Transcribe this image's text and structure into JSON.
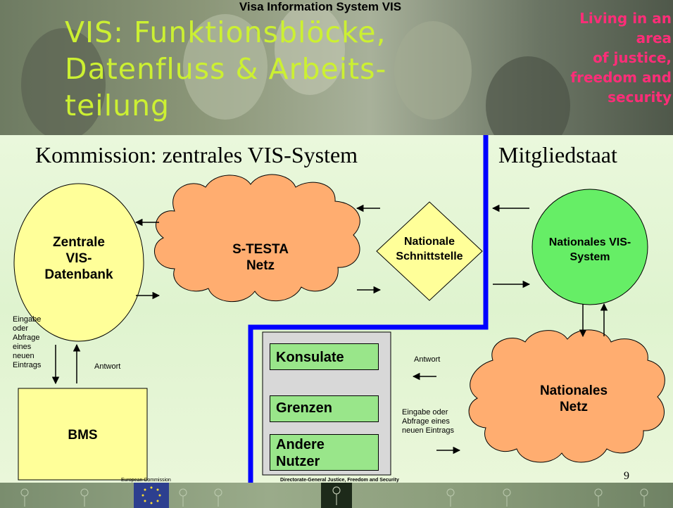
{
  "header": {
    "top_title": "Visa Information System VIS",
    "title_lines": [
      "VIS: Funktionsblöcke,",
      "Datenfluss & Arbeits-",
      "teilung"
    ],
    "motto_lines": [
      "Living in an area",
      "of justice,",
      "freedom and",
      "security"
    ]
  },
  "sections": {
    "left": "Kommission: zentrales VIS-System",
    "right": "Mitgliedstaat"
  },
  "nodes": {
    "central_db": [
      "Zentrale",
      "VIS-",
      "Datenbank"
    ],
    "stesta": [
      "S-TESTA",
      "Netz"
    ],
    "interface": [
      "Nationale",
      "Schnittstelle"
    ],
    "national_vis": [
      "Nationales VIS-",
      "System"
    ],
    "bms": "BMS",
    "national_net": [
      "Nationales",
      "Netz"
    ]
  },
  "users": [
    "Konsulate",
    "Grenzen",
    "Andere Nutzer"
  ],
  "labels": {
    "input_left": [
      "Eingabe",
      "oder",
      "Abfrage",
      "eines",
      "neuen",
      "Eintrags"
    ],
    "answer_left": "Antwort",
    "answer_right": "Antwort",
    "input_right": [
      "Eingabe oder",
      "Abfrage eines",
      "neuen Eintrags"
    ]
  },
  "footer": {
    "left": "European Commission",
    "center": "Directorate-General Justice, Freedom and Security",
    "page": "9"
  },
  "colors": {
    "title": "#ccf032",
    "motto": "#ff2d78",
    "divider": "#0000ff",
    "cloud": "#ffad70",
    "ellipse": "#ffff99",
    "diamond": "#ffff99",
    "circle": "#66ee66",
    "bms": "#ffff99",
    "user_box": "#99e68a"
  }
}
